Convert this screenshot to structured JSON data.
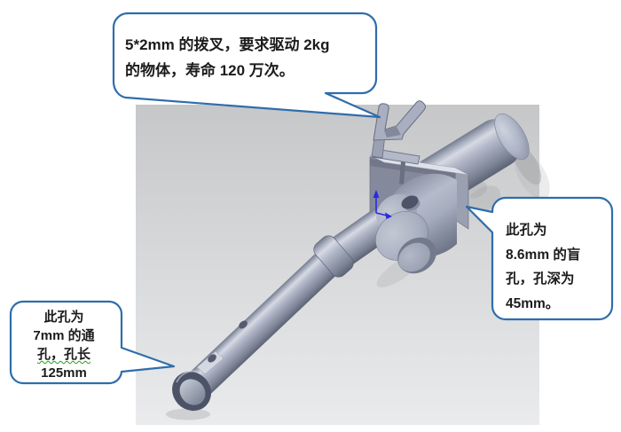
{
  "callouts": {
    "fork": {
      "lines": [
        "5*2mm 的拨叉，要求驱动 2kg",
        "的物体，寿命 120 万次。"
      ]
    },
    "blind_hole": {
      "lines": [
        "此孔为",
        "8.6mm 的盲",
        "孔，孔深为",
        "45mm。"
      ]
    },
    "through_hole": {
      "lines": [
        "此孔为",
        "7mm 的通",
        "孔，孔长",
        "125mm"
      ]
    }
  },
  "colors": {
    "callout_border": "#2f6dab",
    "callout_fill": "#ffffff",
    "text": "#1c1c1c",
    "spellcheck_underline": "#1aa318",
    "viewport_top": "#c6c7c9",
    "viewport_bottom": "#eaebec",
    "metal_base": "#9ba2b4",
    "metal_highlight": "#d7dbe4",
    "metal_shadow": "#5f6678",
    "origin_triad": "#2a2ae0"
  },
  "icons": {
    "origin_triad": "origin-triad-icon"
  }
}
